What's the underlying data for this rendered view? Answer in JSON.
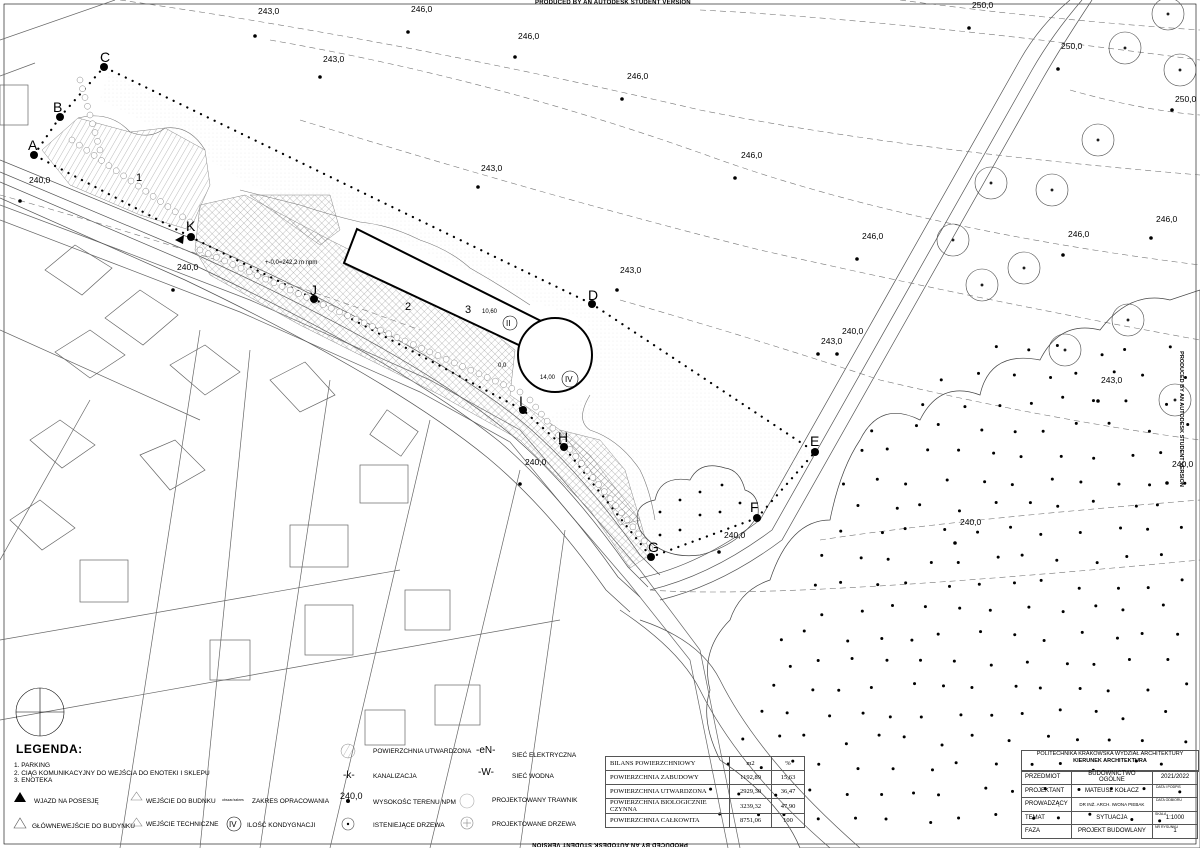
{
  "watermark": "PRODUCED BY AN AUTODESK STUDENT VERSION",
  "points": [
    "A",
    "B",
    "C",
    "D",
    "E",
    "F",
    "G",
    "H",
    "I",
    "J",
    "K"
  ],
  "elevations": [
    "243,0",
    "246,0",
    "250,0",
    "240,0"
  ],
  "zone_numbers": [
    "1",
    "2",
    "3"
  ],
  "floor_count_marks": [
    "II",
    "IV"
  ],
  "height_marks": [
    "10,60",
    "14,00"
  ],
  "level_note": "+-0,0=242,2 m npm",
  "level_zero": "0,0",
  "legend": {
    "title": "LEGENDA:",
    "items": [
      "1.  PARKING",
      "2. CIĄG KOMUNIKACYJNY DO WEJŚCIA DO ENOTEKI I SKLEPU",
      "3. ENOTEKA"
    ],
    "symbols": {
      "wjazd": "WJAZD NA POSESJĘ",
      "glowne": "GŁÓWNEWEJŚCIE DO BUDYNKU",
      "wejscie": "WEJŚCIE DO BUDNKU",
      "techniczne": "WEJŚCIE TECHNICZNE",
      "zakres_small": "obszar/zakres",
      "zakres": "ZAKRES OPRACOWANIA",
      "iv_symbol": "IV",
      "kondygnacje": "ILOŚĆ KONDYGNACJI",
      "utwardzona": "POWIERZCHNIA UTWARDZONA",
      "k_symbol": "-k-",
      "kanalizacja": "KANALIZACJA",
      "elev_symbol": "240,0",
      "wysokosc": "WYSOKOŚC TERENU NPM",
      "istniejace": "ISTENIEJĄCE DRZEWA",
      "en_symbol": "-eN-",
      "elektryczna": "SIEĆ ELEKTRYCZNA",
      "w_symbol": "-W-",
      "wodna": "SIEĆ WODNA",
      "trawnik": "PROJEKTOWANY TRAWNIK",
      "proj_drzewa": "PROJEKTOWANE DRZEWA"
    }
  },
  "bilans": {
    "header": [
      "BILANS POWIERZCHNIOWY",
      "m2",
      "%"
    ],
    "rows": [
      [
        "POWIERZCHNIA ZABUDOWY",
        "1192,89",
        "15,63"
      ],
      [
        "POWIERZCHNIA UTWARDZONA",
        "2929,30",
        "36,47"
      ],
      [
        "POWIERZCHNIA BIOLOGICZNIE CZYNNA",
        "3239,32",
        "47,90"
      ],
      [
        "POWIERZCHNIA CAŁKOWITA",
        "8751,06",
        "100"
      ]
    ]
  },
  "title_block": {
    "school": "POLITECHNIKA KRAKOWSKA WYDZIAŁ ARCHITEKTURY",
    "program": "KIERUNEK ARCHITEKTURA",
    "rows": [
      {
        "label": "PRZEDMIOT",
        "value": "BUDOWNICTWO OGÓLNE",
        "extra": "2021/2022"
      },
      {
        "label": "PROJEKTANT",
        "value": "MATEUSZ KOŁACZ",
        "extra": "DATA I PODPIS"
      },
      {
        "label": "PROWADZĄCY",
        "value": "DR INŻ. ARCH. IWONA PIEBAK",
        "extra": "DATA ODBIORU"
      },
      {
        "label": "TEMAT",
        "value": "SYTUACJA",
        "extra": "1:1000"
      },
      {
        "label": "FAZA",
        "value": "PROJEKT BUDOWLANY",
        "extra": "1"
      }
    ],
    "small_labels": [
      "SKALA",
      "NR RYSUNKU"
    ]
  }
}
